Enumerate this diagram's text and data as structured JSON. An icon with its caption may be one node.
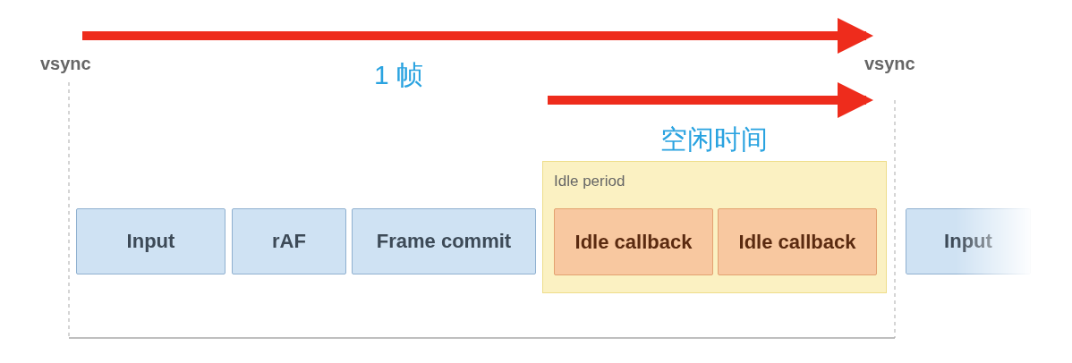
{
  "diagram": {
    "nodes": [
      {
        "text": [
          "Input"
        ]
      },
      {
        "text": [
          "rAF"
        ]
      },
      {
        "text": [
          "Frame commit"
        ]
      },
      {
        "text": [
          "Idle period"
        ]
      },
      {
        "text": [
          "Idle callback"
        ],
        "in": 3
      },
      {
        "text": [
          "Idle callback"
        ],
        "in": 3
      },
      {
        "text": [
          "Input"
        ]
      }
    ],
    "labels": [
      "vsync",
      "1 帧",
      "vsync",
      "空闲时间"
    ]
  }
}
